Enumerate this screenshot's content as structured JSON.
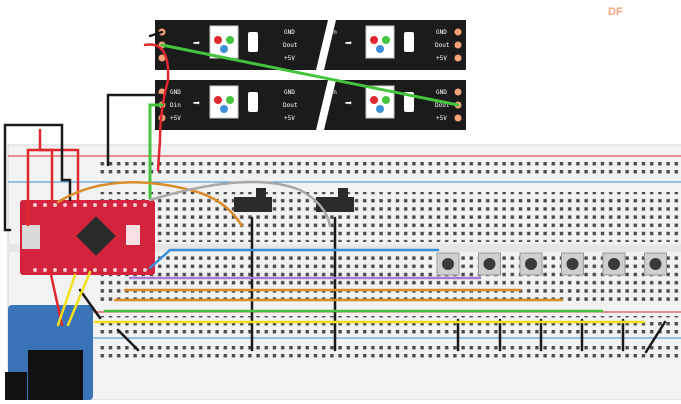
{
  "watermark": "DF",
  "led_strip": {
    "pin_labels": [
      "GND",
      "Dout",
      "+5V"
    ],
    "pin_labels_in": [
      "GND",
      "Din",
      "+5V"
    ]
  },
  "breadboard": {
    "button_count": 6,
    "switch_count": 2
  },
  "wire_colors": {
    "red": "#e0262e",
    "black": "#1a1a1a",
    "green": "#43c43c",
    "orange": "#d98c2b",
    "gray": "#a8a8a8",
    "blue": "#3a8fd6",
    "purple": "#a77ad6",
    "yellow": "#f2e01e",
    "brand": "#d4233c"
  }
}
